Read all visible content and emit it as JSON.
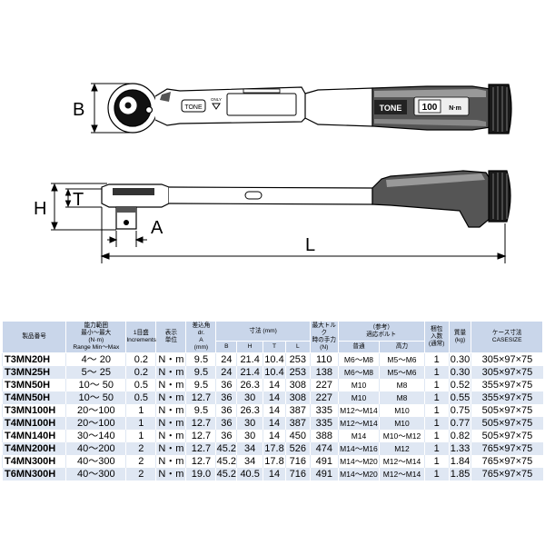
{
  "drawing": {
    "dims": {
      "B": "B",
      "H": "H",
      "T": "T",
      "A": "A",
      "L": "L"
    },
    "tone_label": "TONE",
    "only_label": "ONLY",
    "scale_value": "100",
    "scale_unit": "N·m"
  },
  "table": {
    "headers": {
      "model": "製品番号",
      "range_l1": "能力範囲",
      "range_l2": "最小～最大",
      "range_l3": "(N·m)",
      "range_l4": "Range Min～Max",
      "incr_l1": "1目盛",
      "incr_l2": "Increments",
      "unit": "表示\n単位",
      "drive_l1": "差込角",
      "drive_l2": "dr.",
      "drive_l3": "A",
      "drive_l4": "(mm)",
      "dims": "寸法 (mm)",
      "B": "B",
      "H": "H",
      "T": "T",
      "L": "L",
      "force_l1": "最大トルク",
      "force_l2": "時の手力",
      "force_l3": "(N)",
      "bolt_l1": "（参考）",
      "bolt_l2": "適応ボルト",
      "bolt_std": "普通",
      "bolt_high": "高力",
      "pack_l1": "梱包",
      "pack_l2": "入数",
      "pack_l3": "(通常)",
      "mass_l1": "質量",
      "mass_l2": "(kg)",
      "case_l1": "ケース寸法",
      "case_l2": "CASESIZE"
    },
    "rows": [
      [
        "T3MN20H",
        "4～ 20",
        "0.2",
        "N・m",
        "9.5",
        "24",
        "21.4",
        "10.4",
        "253",
        "110",
        "M6～M8",
        "M5～M6",
        "1",
        "0.30",
        "305×97×75"
      ],
      [
        "T3MN25H",
        "5～ 25",
        "0.2",
        "N・m",
        "9.5",
        "24",
        "21.4",
        "10.4",
        "253",
        "138",
        "M6～M8",
        "M5～M6",
        "1",
        "0.30",
        "305×97×75"
      ],
      [
        "T3MN50H",
        "10～ 50",
        "0.5",
        "N・m",
        "9.5",
        "36",
        "26.3",
        "14",
        "308",
        "227",
        "M10",
        "M8",
        "1",
        "0.52",
        "355×97×75"
      ],
      [
        "T4MN50H",
        "10～ 50",
        "0.5",
        "N・m",
        "12.7",
        "36",
        "30",
        "14",
        "308",
        "227",
        "M10",
        "M8",
        "1",
        "0.55",
        "355×97×75"
      ],
      [
        "T3MN100H",
        "20～100",
        "1",
        "N・m",
        "9.5",
        "36",
        "26.3",
        "14",
        "387",
        "335",
        "M12～M14",
        "M10",
        "1",
        "0.75",
        "505×97×75"
      ],
      [
        "T4MN100H",
        "20～100",
        "1",
        "N・m",
        "12.7",
        "36",
        "30",
        "14",
        "387",
        "335",
        "M12～M14",
        "M10",
        "1",
        "0.77",
        "505×97×75"
      ],
      [
        "T4MN140H",
        "30～140",
        "1",
        "N・m",
        "12.7",
        "36",
        "30",
        "14",
        "450",
        "388",
        "M14",
        "M10～M12",
        "1",
        "0.82",
        "505×97×75"
      ],
      [
        "T4MN200H",
        "40～200",
        "2",
        "N・m",
        "12.7",
        "45.2",
        "34",
        "17.8",
        "526",
        "474",
        "M14～M16",
        "M12",
        "1",
        "1.33",
        "765×97×75"
      ],
      [
        "T4MN300H",
        "40～300",
        "2",
        "N・m",
        "12.7",
        "45.2",
        "34",
        "17.8",
        "716",
        "491",
        "M14～M20",
        "M12～M14",
        "1",
        "1.84",
        "765×97×75"
      ],
      [
        "T6MN300H",
        "40～300",
        "2",
        "N・m",
        "19.0",
        "45.2",
        "40.5",
        "14",
        "716",
        "491",
        "M14～M20",
        "M12～M14",
        "1",
        "1.85",
        "765×97×75"
      ]
    ]
  }
}
